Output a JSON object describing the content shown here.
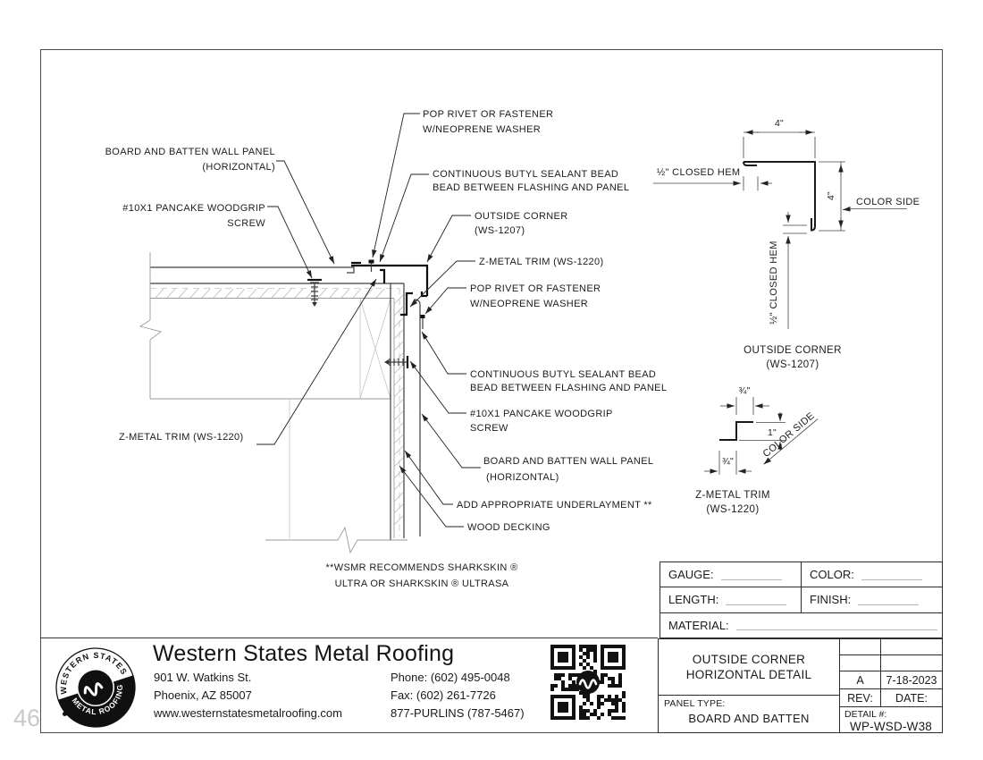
{
  "page": {
    "number": "46"
  },
  "drawing": {
    "callouts": {
      "wall_panel_left": {
        "line1": "BOARD AND BATTEN WALL PANEL",
        "line2": "(HORIZONTAL)"
      },
      "screw_left": {
        "line1": "#10X1 PANCAKE WOODGRIP",
        "line2": "SCREW"
      },
      "ztrim_left": "Z-METAL TRIM (WS-1220)",
      "rivet_top": {
        "line1": "POP RIVET OR FASTENER",
        "line2": "W/NEOPRENE WASHER"
      },
      "butyl_top": {
        "line1": "CONTINUOUS BUTYL SEALANT BEAD",
        "line2": "BEAD BETWEEN FLASHING AND PANEL"
      },
      "outside_corner": {
        "line1": "OUTSIDE CORNER",
        "line2": "(WS-1207)"
      },
      "ztrim_right": "Z-METAL TRIM (WS-1220)",
      "rivet_right": {
        "line1": "POP RIVET OR FASTENER",
        "line2": "W/NEOPRENE WASHER"
      },
      "butyl_right": {
        "line1": "CONTINUOUS BUTYL SEALANT BEAD",
        "line2": "BEAD BETWEEN FLASHING AND PANEL"
      },
      "screw_right": {
        "line1": "#10X1 PANCAKE WOODGRIP",
        "line2": "SCREW"
      },
      "wall_panel_right": {
        "line1": "BOARD AND BATTEN WALL PANEL",
        "line2": "(HORIZONTAL)"
      },
      "underlayment": "ADD APPROPRIATE UNDERLAYMENT **",
      "wood_decking": "WOOD DECKING"
    },
    "note": {
      "line1": "**WSMR RECOMMENDS SHARKSKIN ®",
      "line2": "ULTRA OR SHARKSKIN ® ULTRASA"
    },
    "profile_corner": {
      "dim_width": "4\"",
      "dim_height": "4\"",
      "hem_left": "½\" CLOSED HEM",
      "hem_bottom": "½\" CLOSED HEM",
      "color_side": "COLOR SIDE",
      "name": "OUTSIDE CORNER",
      "code": "(WS-1207)"
    },
    "profile_z": {
      "dim_top": "¾\"",
      "dim_web": "1\"",
      "dim_bottom": "¾\"",
      "color_side": "COLOR SIDE",
      "name": "Z-METAL TRIM",
      "code": "(WS-1220)"
    }
  },
  "spec_table": {
    "gauge": "GAUGE:",
    "color": "COLOR:",
    "length": "LENGTH:",
    "finish": "FINISH:",
    "material": "MATERIAL:"
  },
  "title_block": {
    "title_line1": "OUTSIDE CORNER",
    "title_line2": "HORIZONTAL DETAIL",
    "rev_value": "A",
    "date_value": "7-18-2023",
    "rev_label": "REV:",
    "date_label": "DATE:",
    "detail_label": "DETAIL #:",
    "detail_value": "WP-WSD-W38",
    "panel_type_label": "PANEL TYPE:",
    "panel_type_value": "BOARD AND BATTEN"
  },
  "footer": {
    "company": "Western States Metal Roofing",
    "address1": "901 W. Watkins St.",
    "address2": "Phoenix, AZ 85007",
    "website": "www.westernstatesmetalroofing.com",
    "phone": "Phone: (602) 495-0048",
    "fax": "Fax: (602) 261-7726",
    "tollfree": "877-PURLINS (787-5467)",
    "logo_top": "WESTERN STATES",
    "logo_bottom": "METAL ROOFING"
  },
  "colors": {
    "line_dark": "#0c0c0c",
    "line_mid": "#3d3d3d",
    "line_light": "#9a9a9a",
    "text": "#1a1a1a",
    "page_number": "#c9c9c9"
  }
}
